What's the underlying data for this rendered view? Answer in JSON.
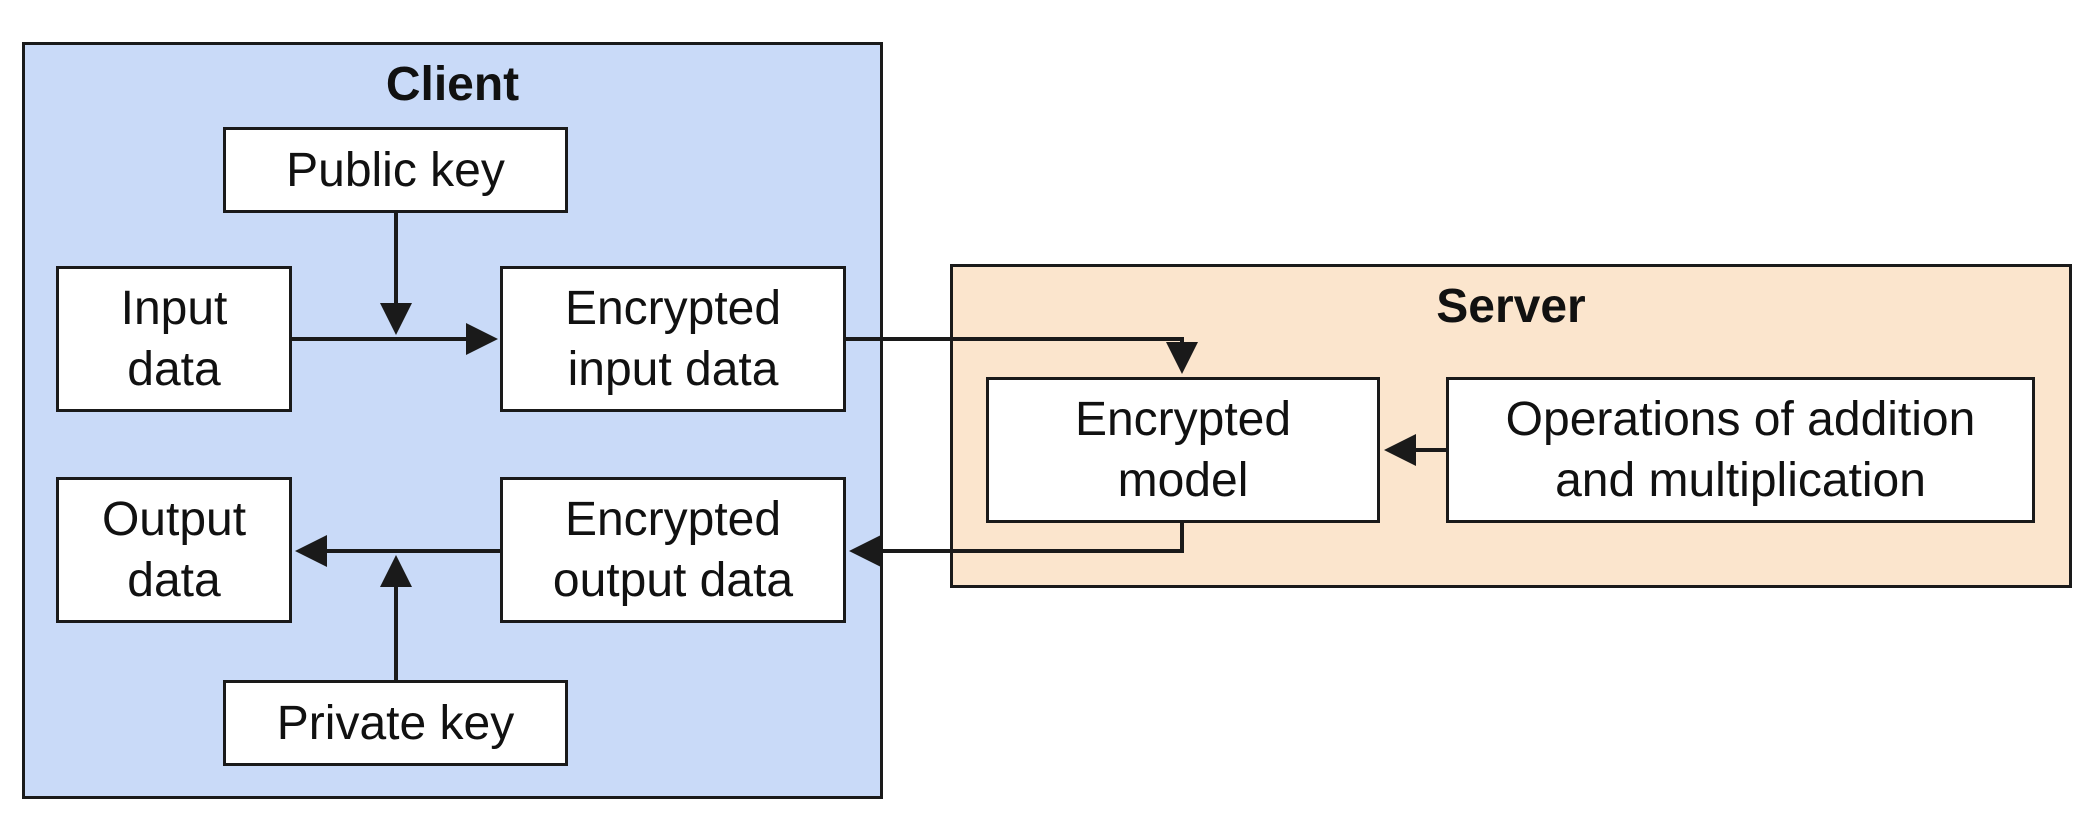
{
  "colors": {
    "client_fill": "#c9daf8",
    "server_fill": "#fbe5cd",
    "stroke": "#1a1a1a"
  },
  "client": {
    "title": "Client",
    "public_key": "Public key",
    "input_data": [
      "Input",
      "data"
    ],
    "encrypted_input_data": [
      "Encrypted",
      "input data"
    ],
    "output_data": [
      "Output",
      "data"
    ],
    "encrypted_output_data": [
      "Encrypted",
      "output data"
    ],
    "private_key": "Private key"
  },
  "server": {
    "title": "Server",
    "encrypted_model": [
      "Encrypted",
      "model"
    ],
    "operations": [
      "Operations of addition",
      "and multiplication"
    ]
  }
}
